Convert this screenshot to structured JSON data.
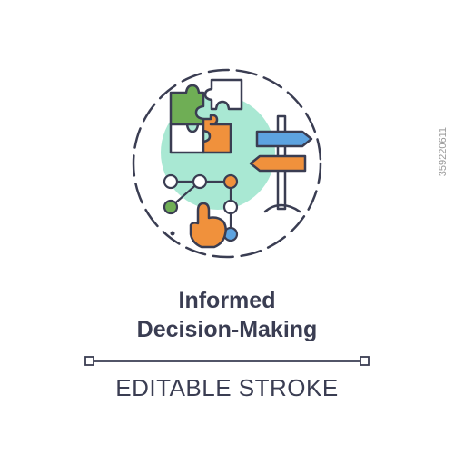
{
  "title": {
    "line1": "Informed",
    "line2": "Decision-Making"
  },
  "subtitle": "EDITABLE STROKE",
  "watermark_id": "359220611",
  "icons": {
    "puzzle": "puzzle-pieces-icon",
    "signpost": "signpost-icon",
    "pattern": "pattern-lock-icon",
    "hand": "pointing-hand-icon"
  },
  "colors": {
    "outline": "#3a3d52",
    "mint_circle": "#a9e8d3",
    "green": "#6fae55",
    "orange": "#f0913c",
    "blue": "#5da3e0",
    "white": "#ffffff"
  }
}
